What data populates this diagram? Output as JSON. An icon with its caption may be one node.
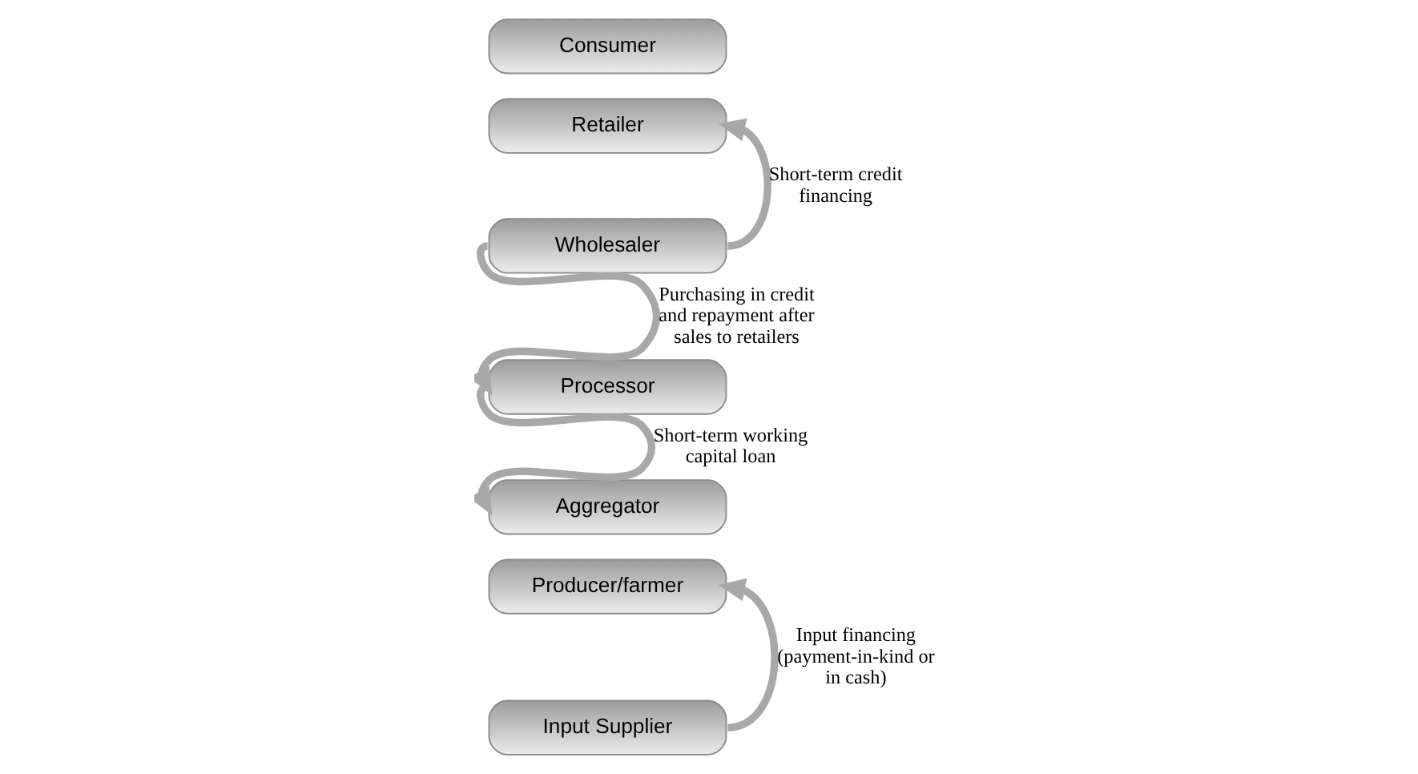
{
  "diagram": {
    "nodes": [
      {
        "text": [
          "Consumer"
        ]
      },
      {
        "text": [
          "Retailer"
        ]
      },
      {
        "text": [
          "Wholesaler"
        ]
      },
      {
        "text": [
          "Processor"
        ]
      },
      {
        "text": [
          "Aggregator"
        ]
      },
      {
        "text": [
          "Producer/farmer"
        ]
      },
      {
        "text": [
          "Input Supplier"
        ]
      }
    ],
    "edges": [
      {
        "from": 2,
        "to": 1,
        "arrow": "to",
        "label": "Short-term credit financing"
      },
      {
        "from": 2,
        "to": 3,
        "arrow": "to",
        "label": "Purchasing in credit and repayment after sales to retailers"
      },
      {
        "from": 3,
        "to": 4,
        "arrow": "to",
        "label": "Short-term working capital loan"
      },
      {
        "from": 6,
        "to": 5,
        "arrow": "to",
        "label": "Input financing (payment-in-kind or in cash)"
      }
    ]
  }
}
